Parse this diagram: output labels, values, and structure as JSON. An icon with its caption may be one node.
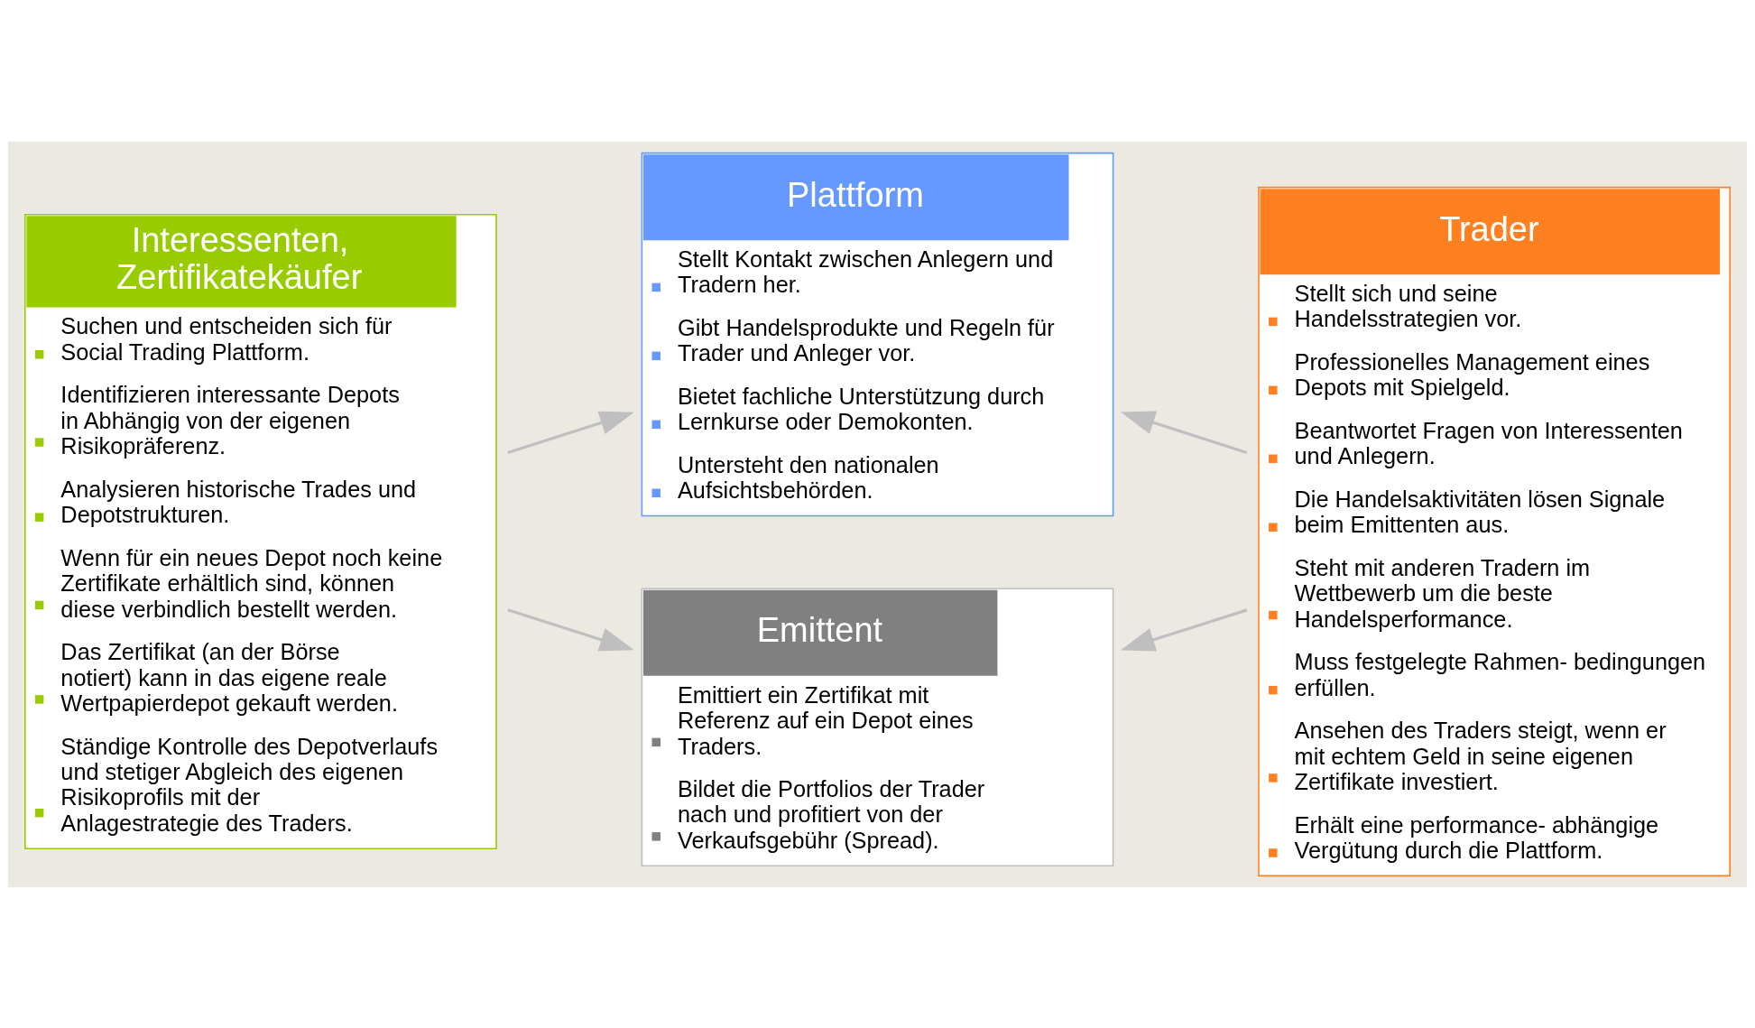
{
  "diagram": {
    "nodes": [
      {
        "text": [
          "Interessenten, Zertifikatekäufer",
          "Suchen und entscheiden sich für Social Trading Plattform.",
          "Identifizieren interessante Depots in Abhängig von der eigenen Risikopräferenz.",
          "Analysieren historische Trades und Depotstrukturen.",
          "Wenn für ein neues Depot noch keine Zertifikate erhältlich sind, können diese verbindlich bestellt werden.",
          "Das Zertifikat (an der Börse notiert) kann in das eigene reale Wertpapierdepot gekauft werden.",
          "Ständige Kontrolle des Depotverlaufs und stetiger Abgleich des eigenen Risikoprofils mit der Anlagestrategie des Traders."
        ]
      },
      {
        "text": [
          "Plattform",
          "Stellt Kontakt zwischen Anlegern und Tradern her.",
          "Gibt Handelsprodukte und Regeln für Trader und Anleger vor.",
          "Bietet fachliche Unterstützung durch Lernkurse oder Demokonten.",
          "Untersteht den nationalen Aufsichtsbehörden."
        ]
      },
      {
        "text": [
          "Emittent",
          "Emittiert ein Zertifikat mit Referenz auf ein Depot eines Traders.",
          "Bildet die Portfolios der Trader nach und profitiert von der Verkaufsgebühr (Spread)."
        ]
      },
      {
        "text": [
          "Trader",
          "Stellt sich und seine Handelsstrategien vor.",
          "Professionelles Management eines Depots mit Spielgeld.",
          "Beantwortet Fragen von Interessenten und Anlegern.",
          "Die Handelsaktivitäten lösen Signale beim Emittenten aus.",
          "Steht mit anderen Tradern im Wettbewerb um die beste Handelsperformance.",
          "Muss festgelegte Rahmen- bedingungen erfüllen.",
          "Ansehen des Traders steigt, wenn er mit echtem Geld in seine eigenen Zertifikate investiert.",
          "Erhält eine performance- abhängige Vergütung durch die Plattform."
        ]
      }
    ],
    "edges": [
      {
        "from": 0,
        "to": 1,
        "arrow": "to"
      },
      {
        "from": 3,
        "to": 1,
        "arrow": "to"
      },
      {
        "from": 0,
        "to": 2,
        "arrow": "to"
      },
      {
        "from": 3,
        "to": 2,
        "arrow": "to"
      }
    ]
  }
}
